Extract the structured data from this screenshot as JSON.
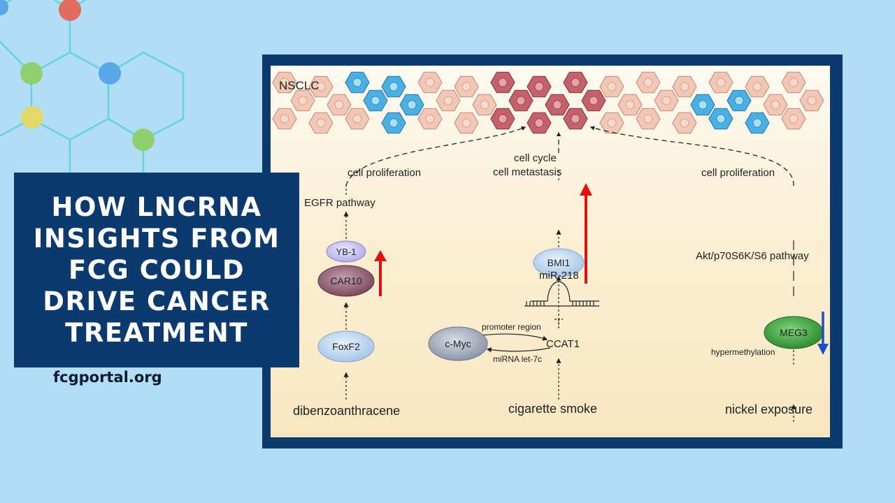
{
  "card": {
    "title": "How lncRNA Insights From FCG Could Drive Cancer Treatment",
    "site": "fcgportal.org"
  },
  "diagram": {
    "tissue_label": "NSCLC",
    "left": {
      "effect": "cell proliferation",
      "pathway": "EGFR pathway",
      "partner": "YB-1",
      "lncrna": "CAR10",
      "regulator": "FoxF2",
      "exposure": "dibenzoanthracene"
    },
    "middle": {
      "effect_1": "cell cycle",
      "effect_2": "cell metastasis",
      "target": "BMI1",
      "mirna": "miR-218",
      "regulator": "c-Myc",
      "lncrna": "CCAT1",
      "promoter_label": "promoter region",
      "let7_label": "miRNA let-7c",
      "exposure": "cigarette smoke"
    },
    "right": {
      "effect": "cell proliferation",
      "pathway": "Akt/p70S6K/S6 pathway",
      "lncrna": "MEG3",
      "modification": "hypermethylation",
      "exposure": "nickel exposure"
    },
    "colors": {
      "up_arrow": "#e01010",
      "down_arrow": "#1a4fc8",
      "normal_cell": "#f2c7b6",
      "tumor_cell": "#c4616a",
      "blue_cell": "#4ab0e4"
    }
  }
}
